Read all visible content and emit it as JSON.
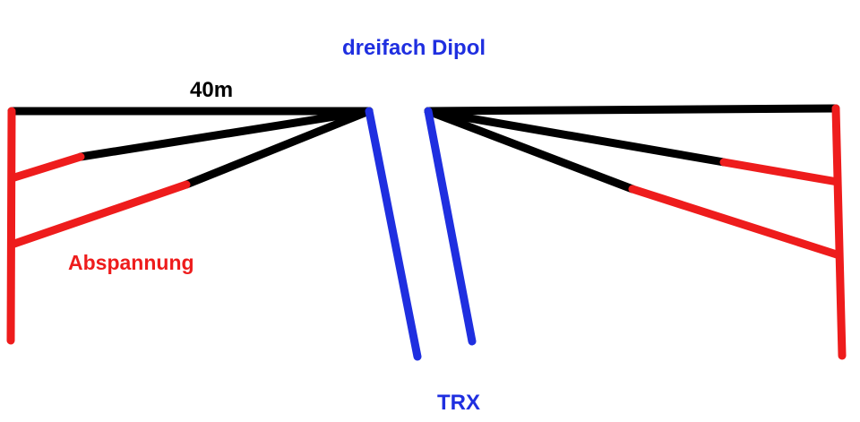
{
  "labels": {
    "title": "dreifach Dipol",
    "length": "40m",
    "guy": "Abspannung",
    "trx": "TRX"
  },
  "colors": {
    "wire": "#000000",
    "guy": "#ee1c1c",
    "feed": "#1f2fe0"
  }
}
